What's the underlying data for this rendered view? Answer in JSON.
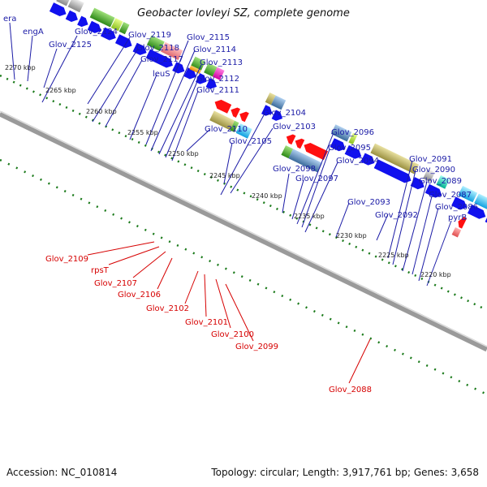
{
  "title": "Geobacter lovleyi SZ, complete genome",
  "footer": {
    "accession": "Accession: NC_010814",
    "topology": "Topology: circular; Length: 3,917,761 bp; Genes: 3,658"
  },
  "colors": {
    "forward_label": "#1a1aa6",
    "reverse_label": "#d60000",
    "arrow_fwd": "#1010ee",
    "arrow_rev": "#ff1010",
    "backbone": "#777777",
    "tick_dots": "#1a7a1a"
  },
  "ticks": [
    "2270 kbp",
    "2265 kbp",
    "2260 kbp",
    "2255 kbp",
    "2250 kbp",
    "2245 kbp",
    "2240 kbp",
    "2235 kbp",
    "2230 kbp",
    "2225 kbp",
    "2220 kbp"
  ],
  "forward_genes": [
    "era",
    "engA",
    "Glov_2125",
    "Glov_2124",
    "Glov_2119",
    "Glov_2118",
    "Glov_2117",
    "leuS",
    "Glov_2115",
    "Glov_2114",
    "Glov_2113",
    "Glov_2112",
    "Glov_2111",
    "Glov_2110",
    "Glov_2105",
    "Glov_2104",
    "Glov_2103",
    "Glov_2098",
    "Glov_2097",
    "Glov_2096",
    "Glov_2095",
    "Glov_2094",
    "Glov_2093",
    "Glov_2092",
    "Glov_2091",
    "Glov_2090",
    "Glov_2089",
    "Glov_2087",
    "Glov_2086",
    "pyrB"
  ],
  "reverse_genes": [
    "Glov_2109",
    "rpsT",
    "Glov_2107",
    "Glov_2106",
    "Glov_2102",
    "Glov_2101",
    "Glov_2100",
    "Glov_2099",
    "Glov_2088"
  ]
}
